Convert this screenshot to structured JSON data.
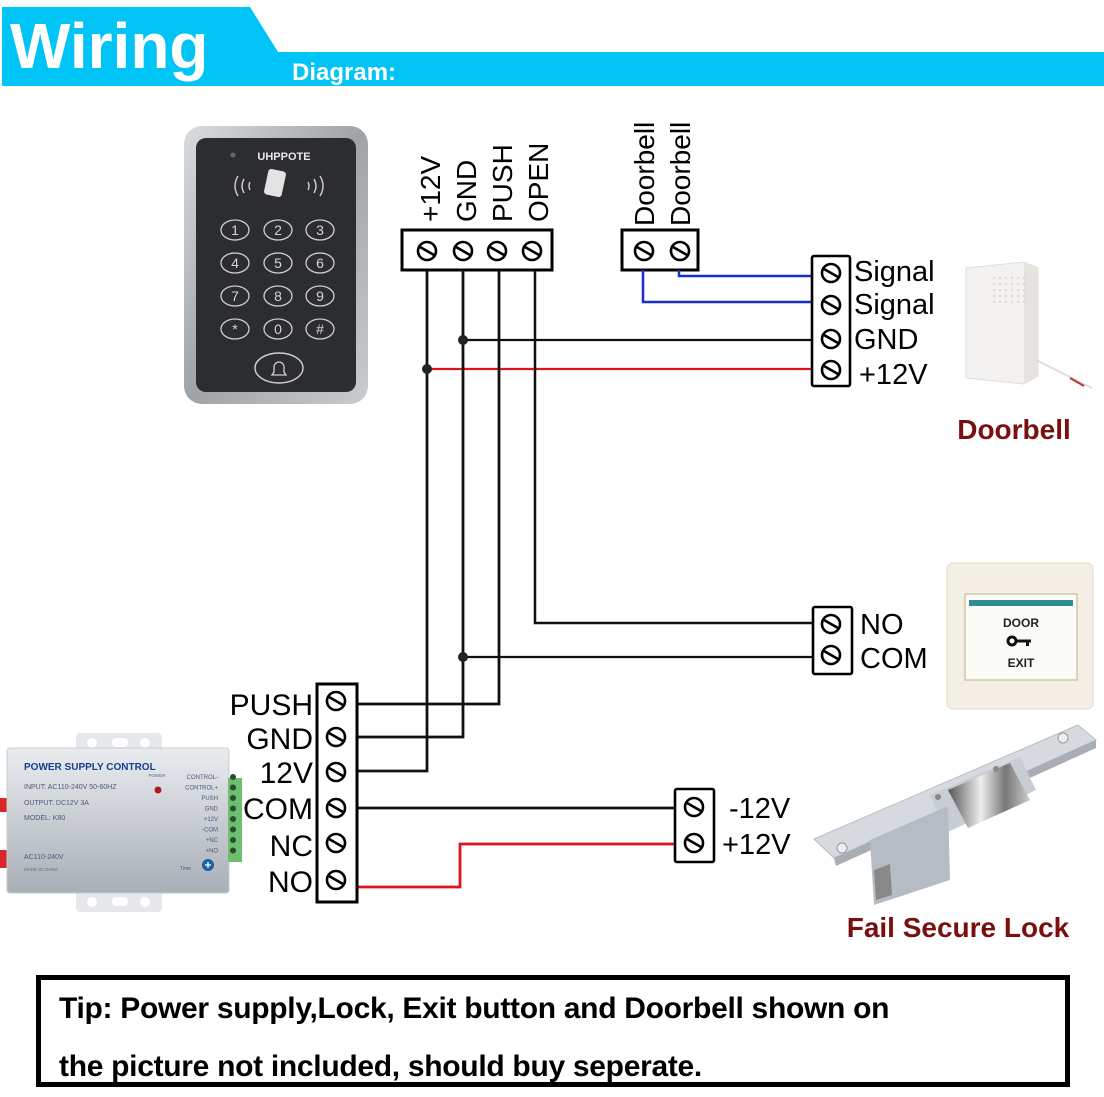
{
  "header": {
    "title": "Wiring",
    "subtitle": "Diagram:",
    "banner_color": "#00c4f5"
  },
  "keypad": {
    "brand": "UHPPOTE",
    "keys": [
      "1",
      "2",
      "3",
      "4",
      "5",
      "6",
      "7",
      "8",
      "9",
      "*",
      "0",
      "#"
    ],
    "terminal_labels": [
      "+12V",
      "GND",
      "PUSH",
      "OPEN"
    ],
    "doorbell_terminal_labels": [
      "Doorbell",
      "Doorbell"
    ]
  },
  "doorbell": {
    "caption": "Doorbell",
    "terminal_labels": [
      "Signal",
      "Signal",
      "GND",
      "+12V"
    ]
  },
  "exit_button": {
    "terminal_labels": [
      "NO",
      "COM"
    ],
    "plate_top_text": "DOOR",
    "plate_bottom_text": "EXIT"
  },
  "power_supply": {
    "terminal_labels": [
      "PUSH",
      "GND",
      "12V",
      "COM",
      "NC",
      "NO"
    ],
    "device": {
      "title": "POWER SUPPLY CONTROL",
      "input": "INPUT: AC110-240V 50-60HZ",
      "output": "OUTPUT: DC12V  3A",
      "model": "MODEL: K80",
      "ac": "AC110-240V",
      "made_in": "MADE IN CHINA",
      "power_led": "POWER",
      "time_label": "Time",
      "pins": [
        "CONTROL-",
        "CONTROL+",
        "PUSH",
        "GND",
        "+12V",
        "-COM",
        "+NC",
        "+NO"
      ]
    }
  },
  "lock": {
    "caption": "Fail Secure Lock",
    "terminal_labels": [
      "-12V",
      "+12V"
    ]
  },
  "tip": {
    "line1": "Tip:  Power supply,Lock, Exit button and Doorbell shown on",
    "line2": "the picture not included, should buy seperate."
  },
  "colors": {
    "wire_black": "#111111",
    "wire_red": "#e0141e",
    "wire_blue": "#1a2fc9",
    "caption_maroon": "#7a0f0f"
  }
}
